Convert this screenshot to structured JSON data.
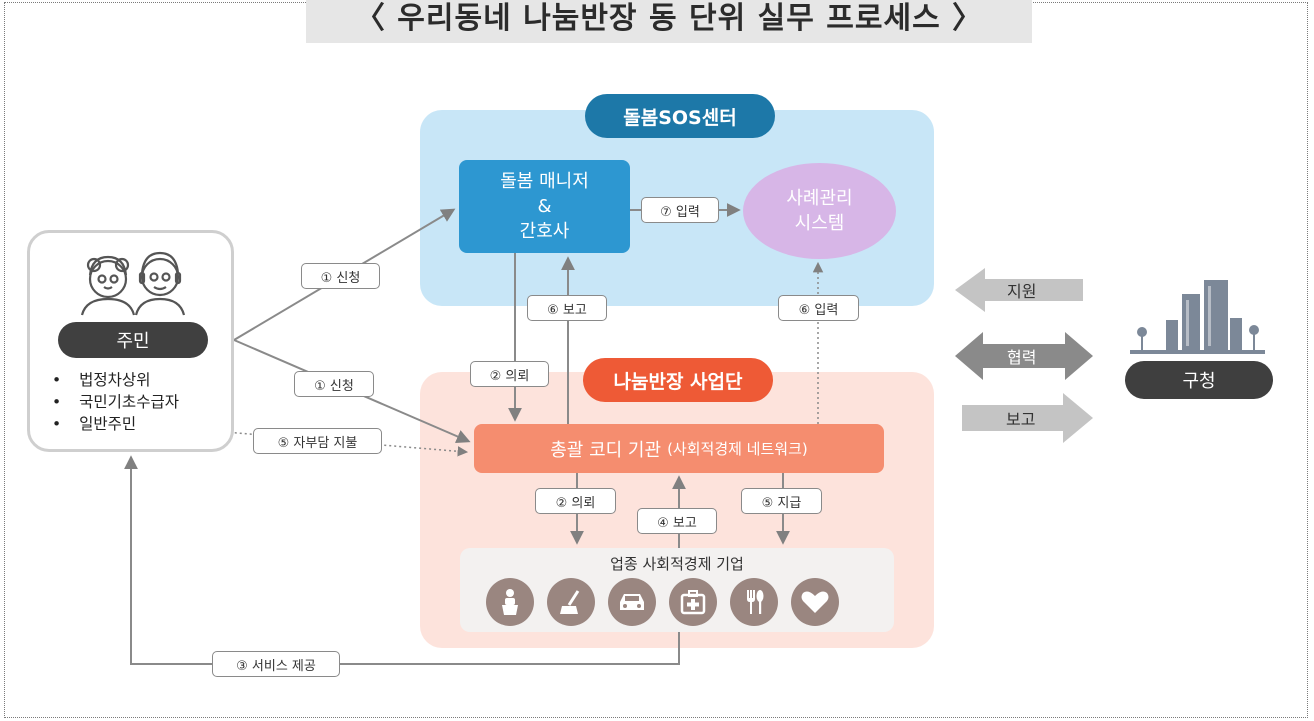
{
  "title": "〈 우리동네 나눔반장 동 단위 실무 프로세스 〉",
  "sos_center": {
    "label": "돌봄SOS센터",
    "manager": [
      "돌봄 매니저",
      "&",
      "간호사"
    ],
    "case_system": [
      "사례관리",
      "시스템"
    ]
  },
  "nanum": {
    "label": "나눔반장 사업단",
    "coord_main": "총괄 코디 기관",
    "coord_sub": "(사회적경제 네트워크)",
    "company_label": "업종 사회적경제 기업",
    "company_icons": [
      "housework-icon",
      "cleaning-icon",
      "car-icon",
      "medical-icon",
      "meal-icon",
      "heart-icon"
    ]
  },
  "resident": {
    "label": "주민",
    "items": [
      "법정차상위",
      "국민기초수급자",
      "일반주민"
    ]
  },
  "district": {
    "label": "구청"
  },
  "side_arrows": {
    "support": "지원",
    "cooperate": "협력",
    "report": "보고"
  },
  "flow_labels": {
    "apply_1": "① 신청",
    "apply_2": "① 신청",
    "input_7": "⑦ 입력",
    "report_6": "⑥ 보고",
    "input_6": "⑥ 입력",
    "request_2a": "② 의뢰",
    "request_2b": "② 의뢰",
    "copay_5": "⑤ 자부담 지불",
    "report_4": "④ 보고",
    "pay_5": "⑤ 지급",
    "service_3": "③ 서비스 제공"
  },
  "colors": {
    "sos_region": "#c8e6f7",
    "sos_pill": "#1d78a8",
    "manager": "#2d97d1",
    "case_system": "#d7b6e7",
    "nanum_region": "#fde3dc",
    "nanum_pill": "#ee5a36",
    "coord": "#f58d6f",
    "company_icon": "#9a8680",
    "resident_pill": "#404040",
    "arrow_gray": "#c4c4c4",
    "arrow_dark": "#8a8a8a"
  }
}
